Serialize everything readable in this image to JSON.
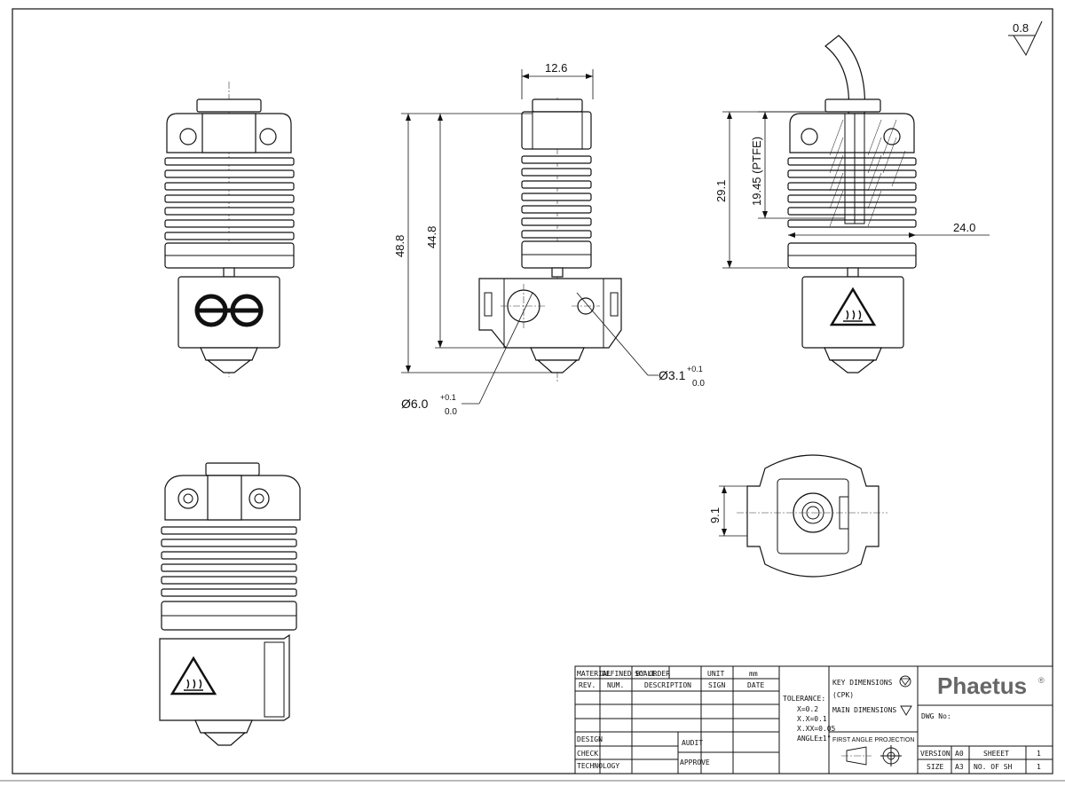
{
  "surface_finish": "0.8",
  "dimensions": {
    "top_width": "12.6",
    "overall_height": "48.8",
    "sink_height": "44.8",
    "hole_big": "Ø6.0",
    "hole_big_tol_plus": "+0.1",
    "hole_big_tol_zero": "0.0",
    "hole_small": "Ø3.1",
    "hole_small_tol_plus": "+0.1",
    "hole_small_tol_zero": "0.0",
    "section_height": "29.1",
    "ptfe_length": "19.45 (PTFE)",
    "section_width": "24.0",
    "bottom_offset": "9.1"
  },
  "title_block": {
    "material": "MATERIAL",
    "defined_by_order": "DEFINED BY ORDER",
    "scale": "SCALE",
    "unit": "UNIT",
    "unit_value": "mm",
    "rev": "REV.",
    "num": "NUM.",
    "description": "DESCRIPTION",
    "sign": "SIGN",
    "date": "DATE",
    "design": "DESIGN",
    "check": "CHECK",
    "technology": "TECHNOLOGY",
    "audit": "AUDIT",
    "approve": "APPROVE",
    "tolerance": "TOLERANCE:",
    "tol_x": "X=0.2",
    "tol_xx": "X.X=0.1",
    "tol_xxx": "X.XX=0.05",
    "tol_angle": "ANGLE±1°",
    "key_dimensions": "KEY DIMENSIONS",
    "cpk": "(CPK)",
    "main_dimensions": "MAIN DIMENSIONS",
    "first_angle": "FIRST ANGLE PROJECTION",
    "brand": "Phaetus",
    "dwg_no": "DWG No:",
    "version": "VERSION",
    "version_value": "A0",
    "sheet": "SHEEET",
    "sheet_value": "1",
    "size": "SIZE",
    "size_value": "A3",
    "no_of_sh": "NO. OF SH",
    "no_of_sh_value": "1"
  }
}
